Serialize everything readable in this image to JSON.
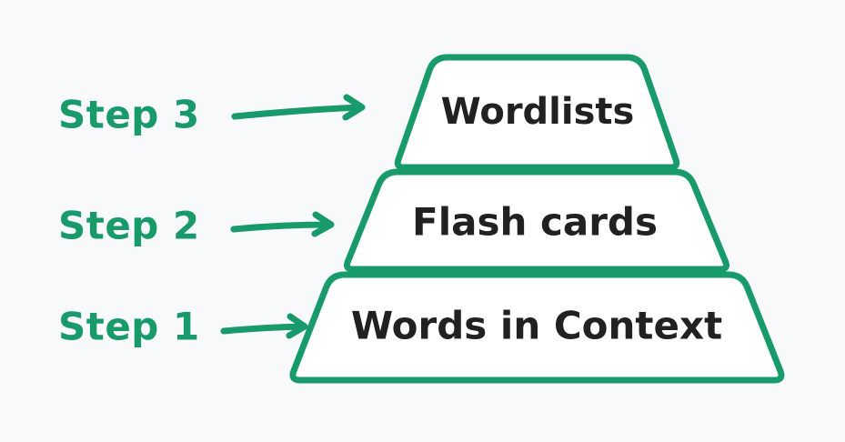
{
  "diagram": {
    "steps": [
      {
        "step_label": "Step 3",
        "tier_label": "Wordlists"
      },
      {
        "step_label": "Step 2",
        "tier_label": "Flash cards"
      },
      {
        "step_label": "Step 1",
        "tier_label": "Words in Context"
      }
    ]
  },
  "icons": {
    "step_arrow": "arrow-right-icon"
  },
  "colors": {
    "bg": "#f8f9fb",
    "accent": "#189a6b",
    "ink": "#212121",
    "fill": "#ffffff"
  }
}
